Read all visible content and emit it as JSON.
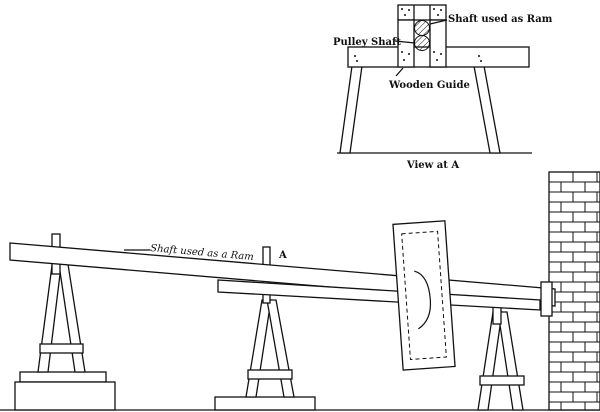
{
  "view_detail": {
    "shaft_label": "Shaft used as Ram",
    "pulley_label": "Pulley Shaft",
    "guide_label": "Wooden Guide",
    "caption": "View at A"
  },
  "main_view": {
    "shaft_label": "Shaft used as a Ram",
    "marker_label": "A"
  }
}
